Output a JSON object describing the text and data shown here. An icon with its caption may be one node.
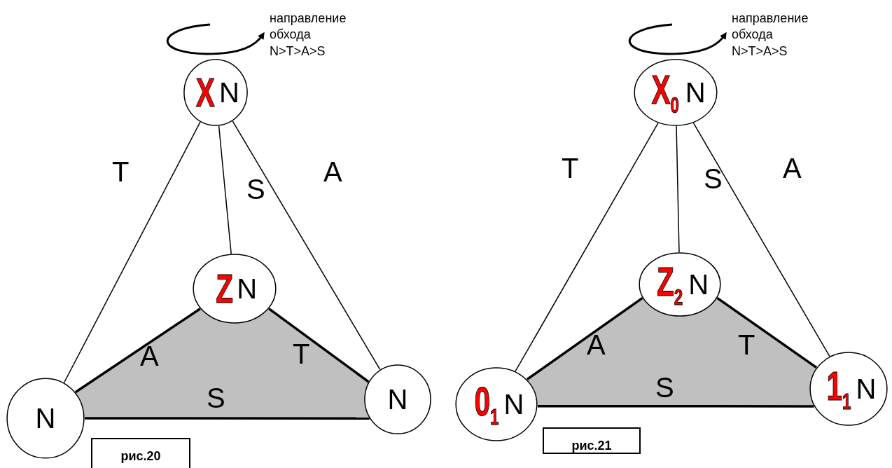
{
  "diagram": {
    "nodes": [
      {
        "text": [
          "X",
          "N"
        ]
      },
      {
        "text": [
          "Z",
          "N"
        ]
      },
      {
        "text": [
          "N"
        ]
      },
      {
        "text": [
          "N"
        ]
      },
      {
        "text": [
          "X$_{0}$",
          "N"
        ]
      },
      {
        "text": [
          "Z$_{2}$",
          "N"
        ]
      },
      {
        "text": [
          "0$_{1}$",
          "N"
        ]
      },
      {
        "text": [
          "1$_{1}$",
          "N"
        ]
      },
      {
        "text": [
          "рис.20"
        ]
      },
      {
        "text": [
          "рис.21"
        ]
      }
    ],
    "edges": [
      {
        "from": 0,
        "to": 2,
        "arrow": "none",
        "label": "T"
      },
      {
        "from": 0,
        "to": 1,
        "arrow": "none",
        "label": "S"
      },
      {
        "from": 0,
        "to": 3,
        "arrow": "none",
        "label": "A"
      },
      {
        "from": 1,
        "to": 2,
        "arrow": "none",
        "label": "A",
        "style": "thick"
      },
      {
        "from": 1,
        "to": 3,
        "arrow": "none",
        "label": "T",
        "style": "thick"
      },
      {
        "from": 2,
        "to": 3,
        "arrow": "none",
        "label": "S",
        "style": "thick"
      },
      {
        "from": 4,
        "to": 6,
        "arrow": "none",
        "label": "T"
      },
      {
        "from": 4,
        "to": 5,
        "arrow": "none",
        "label": "S"
      },
      {
        "from": 4,
        "to": 7,
        "arrow": "none",
        "label": "A"
      },
      {
        "from": 5,
        "to": 6,
        "arrow": "none",
        "label": "A",
        "style": "thick"
      },
      {
        "from": 5,
        "to": 7,
        "arrow": "none",
        "label": "T",
        "style": "thick"
      },
      {
        "from": 6,
        "to": 7,
        "arrow": "none",
        "label": "S",
        "style": "thick"
      }
    ],
    "labels": [
      "направление обхода N>T>A>S",
      "направление обхода N>T>A>S"
    ]
  }
}
